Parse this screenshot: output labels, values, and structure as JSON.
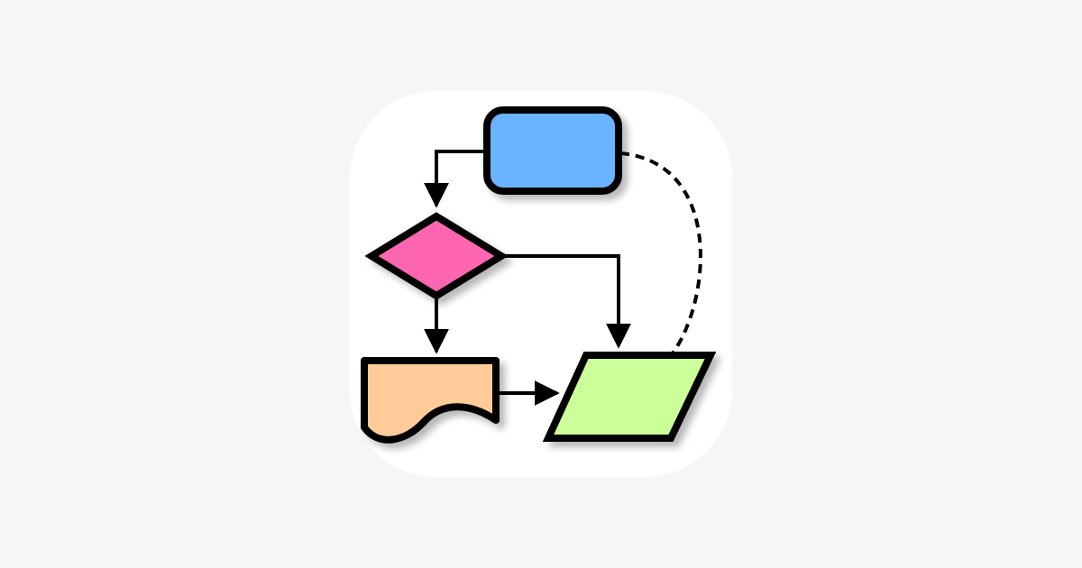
{
  "icon": {
    "name": "flowchart-app-icon",
    "background": "#ffffff",
    "page_background": "#f6f6f6"
  },
  "shapes": {
    "process": {
      "kind": "rounded-rectangle",
      "fill": "#6bb3ff"
    },
    "decision": {
      "kind": "diamond",
      "fill": "#ff66b2"
    },
    "document": {
      "kind": "document",
      "fill": "#ffcc99"
    },
    "data": {
      "kind": "parallelogram",
      "fill": "#ccff99"
    }
  },
  "connectors": {
    "stroke": "#000000",
    "dashed_link": "process-to-data"
  }
}
